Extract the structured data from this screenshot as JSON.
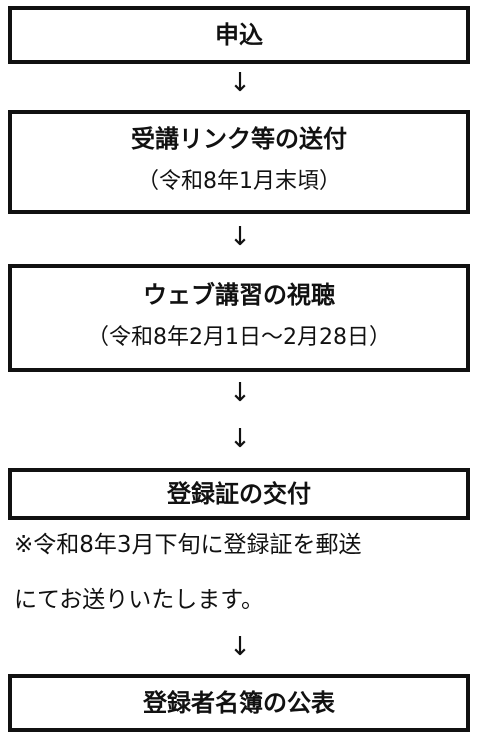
{
  "steps": [
    {
      "title": "申込"
    },
    {
      "title": "受講リンク等の送付",
      "sub": "（令和8年1月末頃）"
    },
    {
      "title": "ウェブ講習の視聴",
      "sub": "（令和8年2月1日～2月28日）"
    },
    {
      "title": "登録証の交付"
    },
    {
      "title": "登録者名簿の公表"
    }
  ],
  "arrow_glyph": "↓",
  "note": {
    "line1": "※令和8年3月下旬に登録証を郵送",
    "line2": "にてお送りいたします。"
  }
}
